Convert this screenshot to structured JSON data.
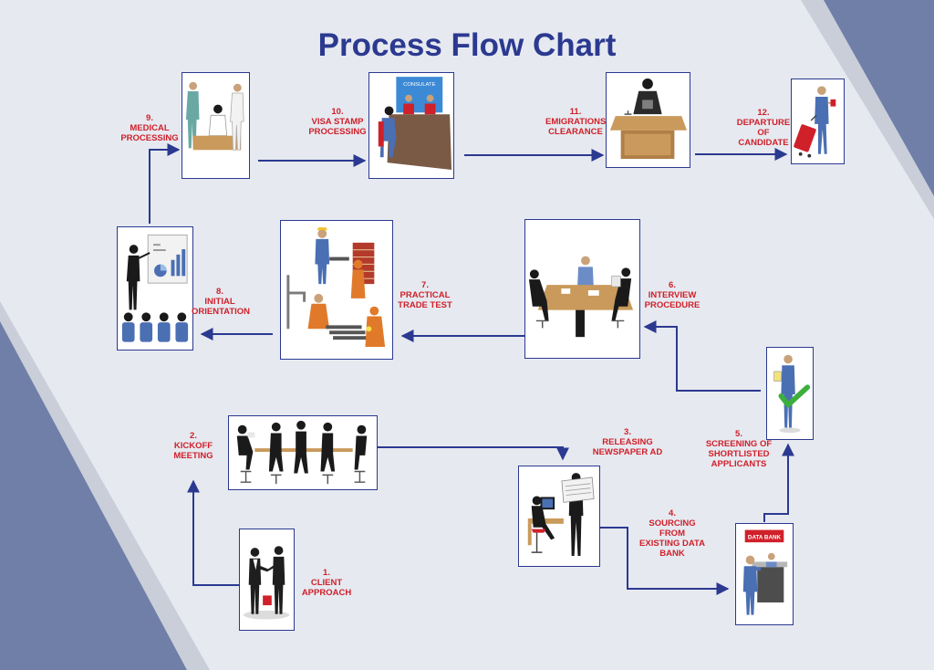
{
  "title": "Process Flow Chart",
  "steps": [
    {
      "label_lines": [
        "1.",
        "CLIENT",
        "APPROACH"
      ]
    },
    {
      "label_lines": [
        "2.",
        "KICKOFF",
        "MEETING"
      ]
    },
    {
      "label_lines": [
        "3.",
        "RELEASING",
        "NEWSPAPER AD"
      ]
    },
    {
      "label_lines": [
        "4.",
        "SOURCING FROM",
        "EXISTING DATA",
        "BANK"
      ]
    },
    {
      "label_lines": [
        "5.",
        "SCREENING OF",
        "SHORTLISTED",
        "APPLICANTS"
      ]
    },
    {
      "label_lines": [
        "6.",
        "INTERVIEW",
        "PROCEDURE"
      ]
    },
    {
      "label_lines": [
        "7.",
        "PRACTICAL",
        "TRADE TEST"
      ]
    },
    {
      "label_lines": [
        "8.",
        "INITIAL",
        "ORIENTATION"
      ]
    },
    {
      "label_lines": [
        "9.",
        "MEDICAL",
        "PROCESSING"
      ]
    },
    {
      "label_lines": [
        "10.",
        "VISA STAMP",
        "PROCESSING"
      ]
    },
    {
      "label_lines": [
        "11.",
        "EMIGRATIONS",
        "CLEARANCE"
      ]
    },
    {
      "label_lines": [
        "12.",
        "DEPARTURE OF",
        "CANDIDATE"
      ]
    }
  ],
  "sign_consulate": "CONSULATE",
  "sign_data_bank": "DATA BANK",
  "colors": {
    "title": "#2b3990",
    "label": "#d0202a",
    "arrow": "#2b3990",
    "frame": "#2b3990",
    "background": "#e6e9f0",
    "band_light": "#c9ced9",
    "band_dark": "#6f7fa8"
  }
}
